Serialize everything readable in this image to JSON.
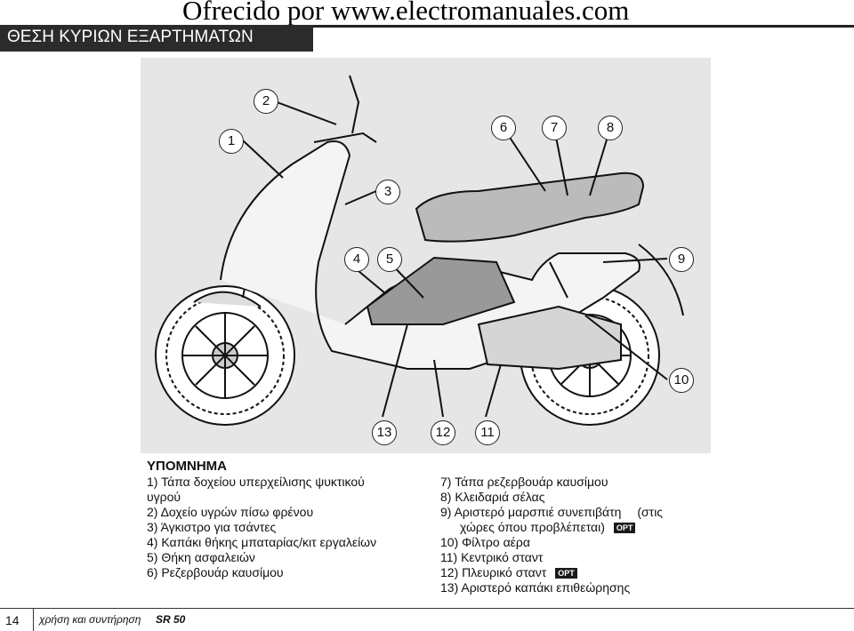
{
  "watermark": "Ofrecido por www.electromanuales.com",
  "header": {
    "title": "ΘΕΣΗ ΚΥΡΙΩΝ ΕΞΑΡΤΗΜΑΤΩΝ"
  },
  "figure": {
    "callouts": [
      "1",
      "2",
      "3",
      "4",
      "5",
      "6",
      "7",
      "8",
      "9",
      "10",
      "11",
      "12",
      "13"
    ]
  },
  "legend": {
    "title": "ΥΠΟΜΝΗΜΑ",
    "left_items": [
      {
        "line1": "1) Τάπα δοχείου υπερχείλισης ψυκτικού",
        "line2": "υγρού"
      },
      {
        "line1": "2) Δοχείο υγρών πίσω φρένου"
      },
      {
        "line1": "3) Άγκιστρο για τσάντες"
      },
      {
        "line1": "4) Καπάκι θήκης μπαταρίας/κιτ εργαλείων"
      },
      {
        "line1": "5) Θήκη ασφαλειών"
      },
      {
        "line1": "6) Ρεζερβουάρ καυσίμου"
      }
    ],
    "right_items": [
      {
        "line1": "7) Τάπα ρεζερβουάρ καυσίμου"
      },
      {
        "line1": "8) Κλειδαριά σέλας"
      },
      {
        "line1": "9) Αριστερό μαρσπιέ συνεπιβάτη",
        "line1b": "(στις",
        "line2": "χώρες όπου προβλέπεται)",
        "badge": "OPT"
      },
      {
        "line1": "10) Φίλτρο αέρα"
      },
      {
        "line1": "11) Κεντρικό σταντ"
      },
      {
        "line1": "12) Πλευρικό σταντ",
        "badge": "OPT"
      },
      {
        "line1": "13) Αριστερό καπάκι επιθεώρησης"
      }
    ]
  },
  "footer": {
    "page_number": "14",
    "text": "χρήση και συντήρηση",
    "model": "SR 50"
  }
}
